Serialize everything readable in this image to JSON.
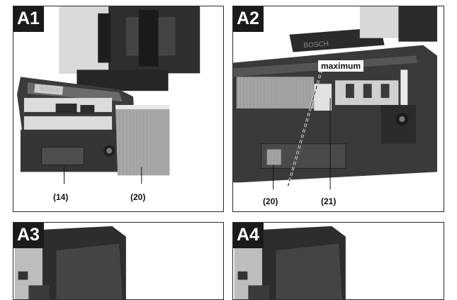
{
  "panels": [
    {
      "id": "A1",
      "label": "A1",
      "callouts": [
        "(14)",
        "(20)"
      ]
    },
    {
      "id": "A2",
      "label": "A2",
      "callouts": [
        "(20)",
        "(21)"
      ],
      "note": "maximum"
    },
    {
      "id": "A3",
      "label": "A3"
    },
    {
      "id": "A4",
      "label": "A4"
    }
  ],
  "brand_logo_text": "BOSCH",
  "colors": {
    "panel_label_bg": "#1b1b1b",
    "tool_body": "#3a3a3a",
    "tool_dark": "#222222",
    "tool_light": "#d6d6d6"
  }
}
